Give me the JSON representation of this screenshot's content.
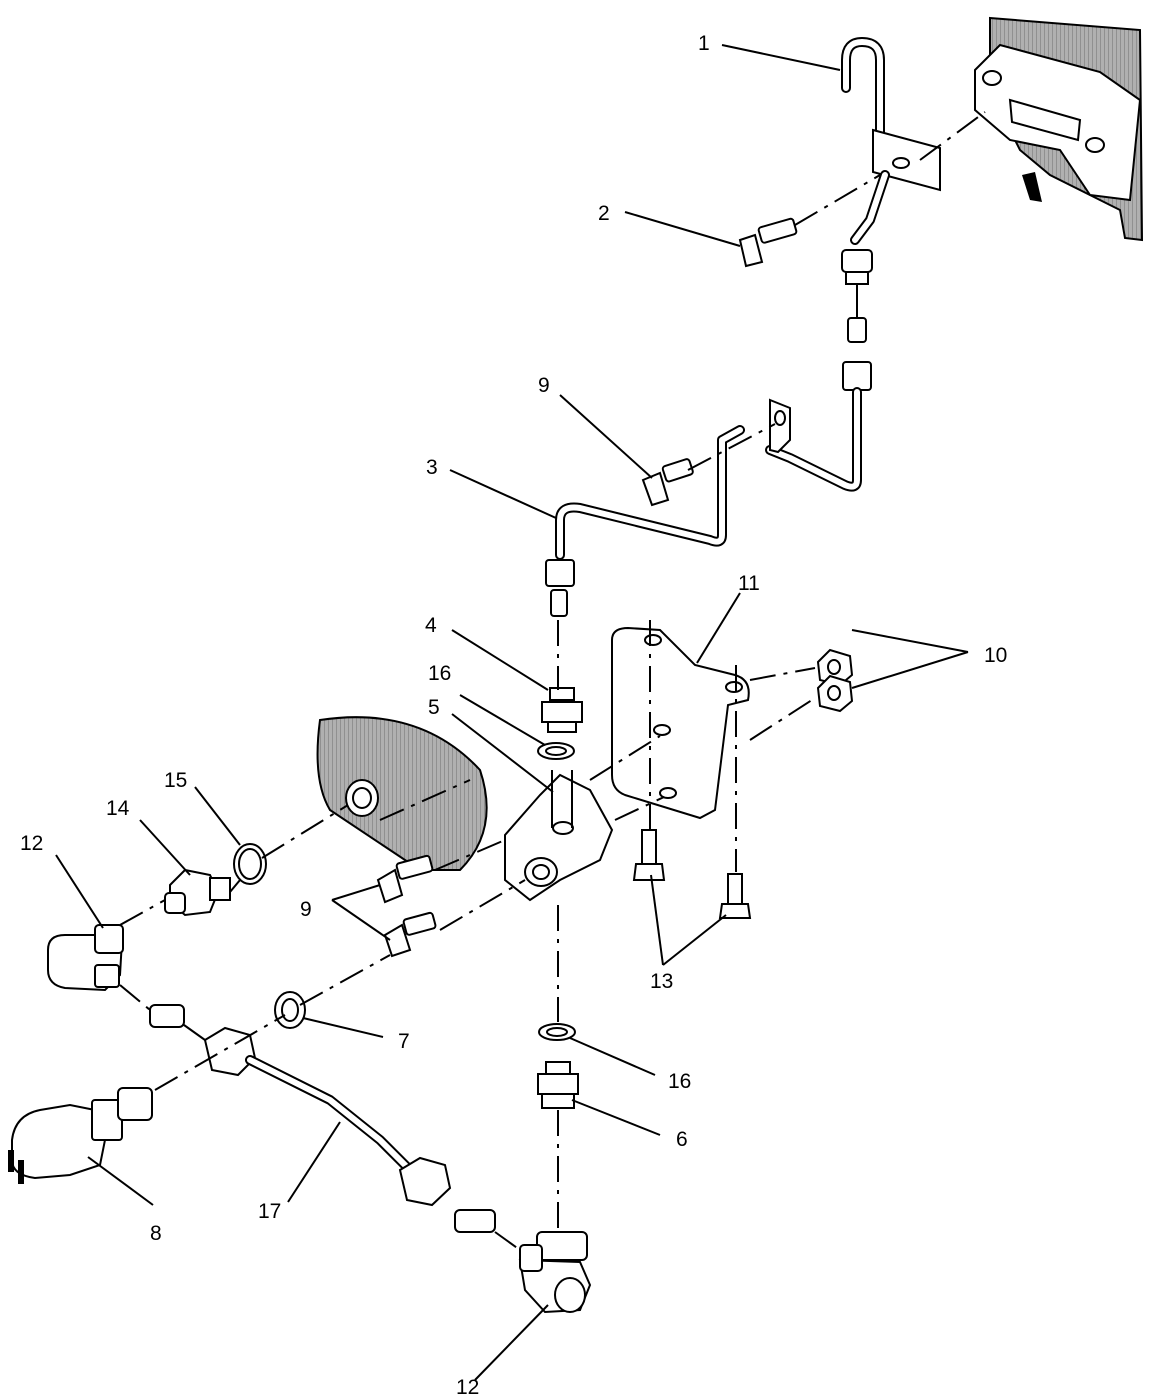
{
  "callouts": [
    {
      "id": "c1",
      "text": "1"
    },
    {
      "id": "c2",
      "text": "2"
    },
    {
      "id": "c3",
      "text": "3"
    },
    {
      "id": "c4",
      "text": "4"
    },
    {
      "id": "c5",
      "text": "5"
    },
    {
      "id": "c6",
      "text": "6"
    },
    {
      "id": "c7",
      "text": "7"
    },
    {
      "id": "c8",
      "text": "8"
    },
    {
      "id": "c9a",
      "text": "9"
    },
    {
      "id": "c9b",
      "text": "9"
    },
    {
      "id": "c10",
      "text": "10"
    },
    {
      "id": "c11",
      "text": "11"
    },
    {
      "id": "c12a",
      "text": "12"
    },
    {
      "id": "c12b",
      "text": "12"
    },
    {
      "id": "c13",
      "text": "13"
    },
    {
      "id": "c14",
      "text": "14"
    },
    {
      "id": "c15",
      "text": "15"
    },
    {
      "id": "c16a",
      "text": "16"
    },
    {
      "id": "c16b",
      "text": "16"
    },
    {
      "id": "c17",
      "text": "17"
    }
  ],
  "colors": {
    "line": "#000000",
    "shade": "#9a9a9a",
    "background": "#ffffff"
  }
}
